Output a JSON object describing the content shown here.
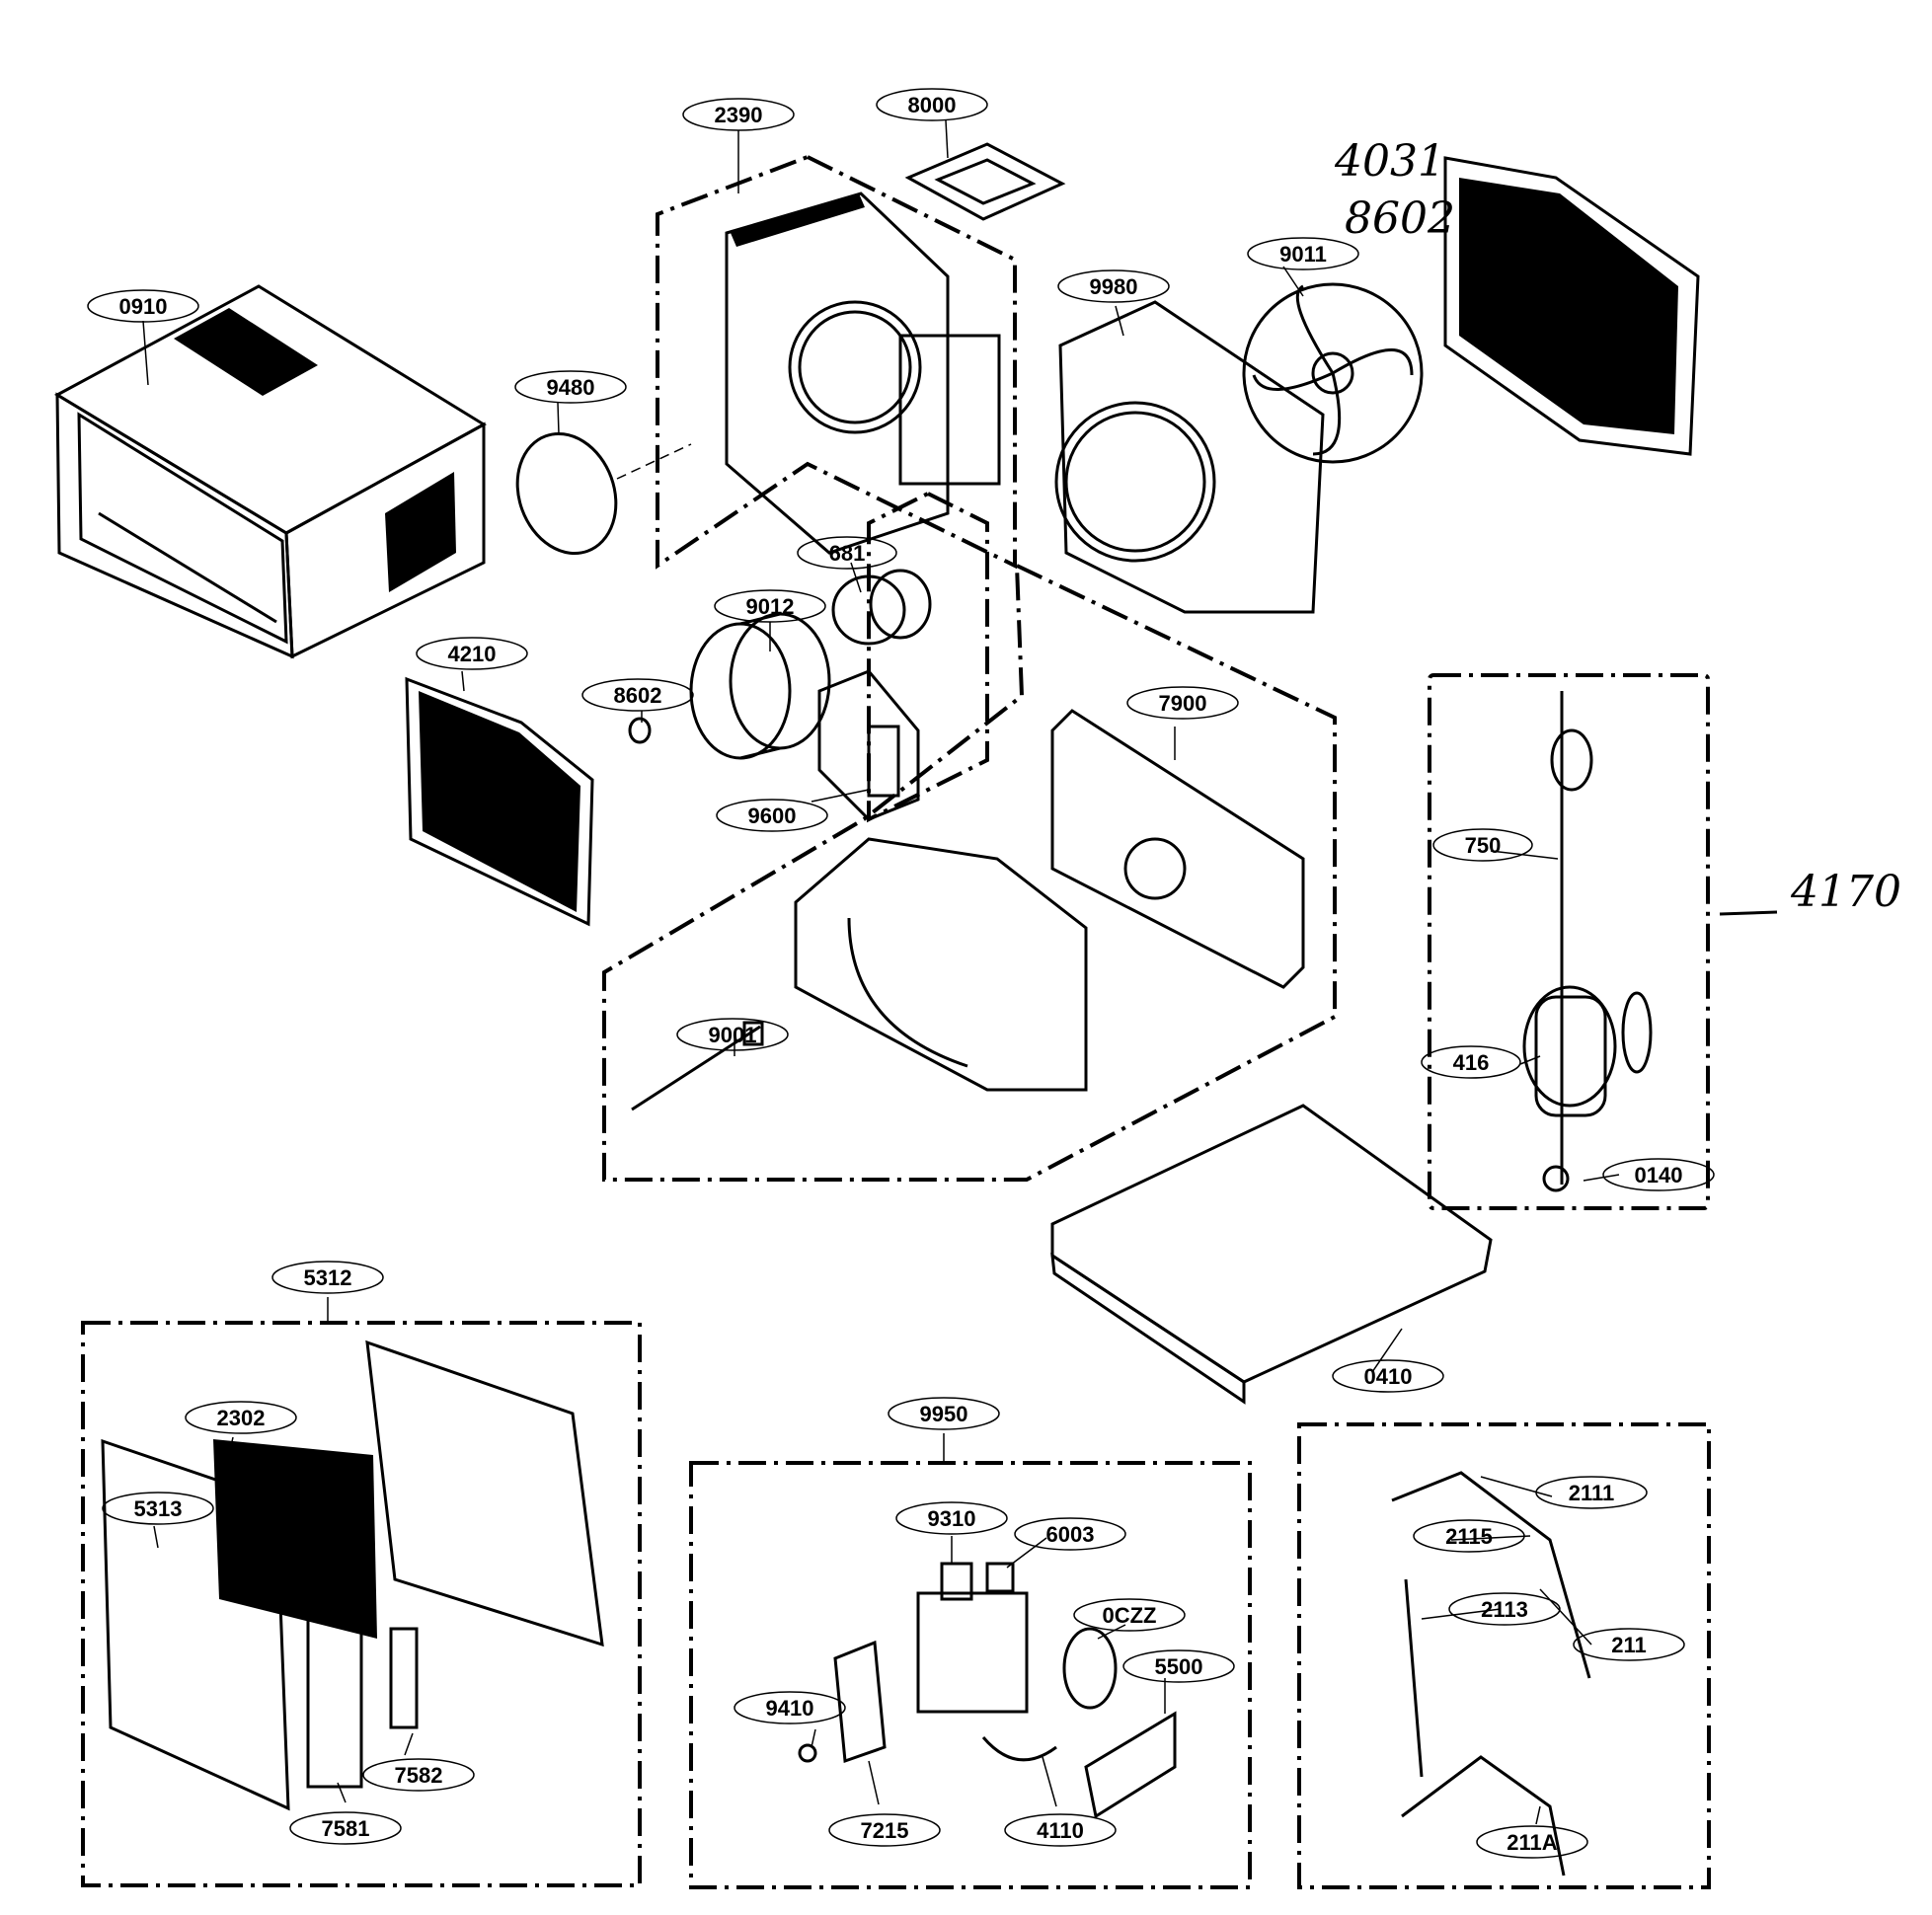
{
  "diagram": {
    "part_labels": {
      "p2390": "2390",
      "p8000": "8000",
      "p0910": "0910",
      "p9480": "9480",
      "p9980": "9980",
      "p9011": "9011",
      "p681": "681",
      "p9012": "9012",
      "p4210": "4210",
      "p8602a": "8602",
      "p9600": "9600",
      "p7900": "7900",
      "p750": "750",
      "p416": "416",
      "p0140": "0140",
      "p9001": "9001",
      "p0410": "0410",
      "p5312": "5312",
      "p2302": "2302",
      "p5313": "5313",
      "p7582": "7582",
      "p7581": "7581",
      "p9950": "9950",
      "p9310": "9310",
      "p6003": "6003",
      "p0CZZ": "0CZZ",
      "p5500": "5500",
      "p9410": "9410",
      "p7215": "7215",
      "p4110": "4110",
      "p2111": "2111",
      "p2115": "2115",
      "p2113": "2113",
      "p211": "211",
      "p211A": "211A"
    },
    "handwritten": {
      "h4031": "4031",
      "h8602": "8602",
      "h4170": "4170"
    }
  }
}
